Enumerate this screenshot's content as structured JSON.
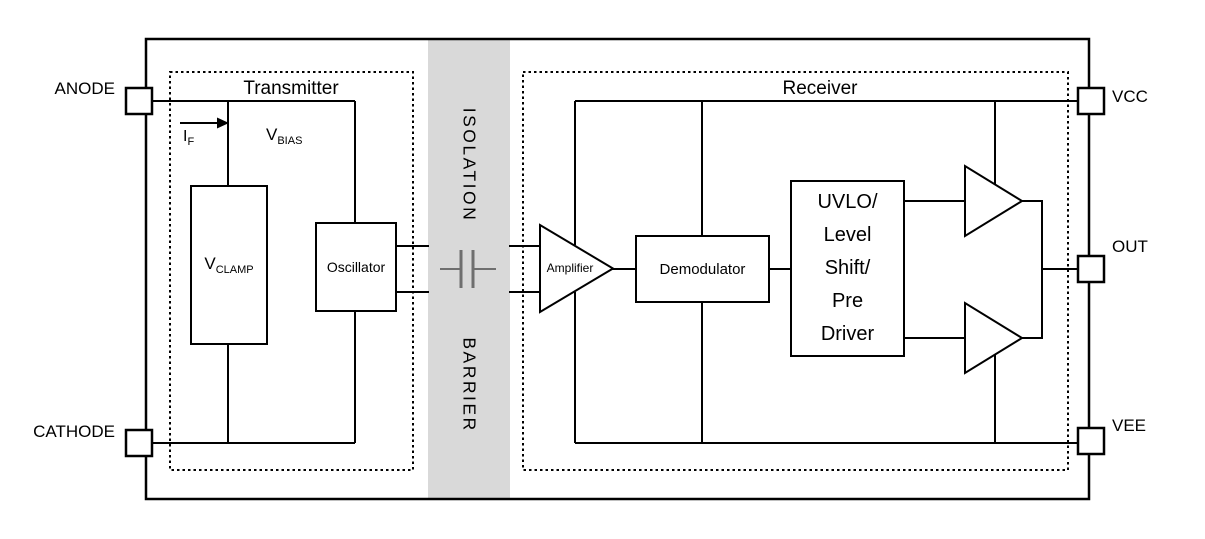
{
  "pins": {
    "anode": "ANODE",
    "cathode": "CATHODE",
    "vcc": "VCC",
    "out": "OUT",
    "vee": "VEE"
  },
  "transmitter": {
    "title": "Transmitter",
    "forward_current": {
      "base": "I",
      "sub": "F"
    },
    "vbias": {
      "base": "V",
      "sub": "BIAS"
    },
    "vclamp": {
      "base": "V",
      "sub": "CLAMP"
    },
    "oscillator_label": "Oscillator"
  },
  "isolation": {
    "word_top": "ISOLATION",
    "word_bottom": "BARRIER"
  },
  "receiver": {
    "title": "Receiver",
    "amplifier_label": "Amplifier",
    "demodulator_label": "Demodulator",
    "uvlo_lines": [
      "UVLO/",
      "Level",
      "Shift/",
      "Pre",
      "Driver"
    ]
  },
  "colors": {
    "barrier_fill": "#d9d9d9",
    "line": "#000000",
    "capacitor": "#6f6f6f"
  }
}
